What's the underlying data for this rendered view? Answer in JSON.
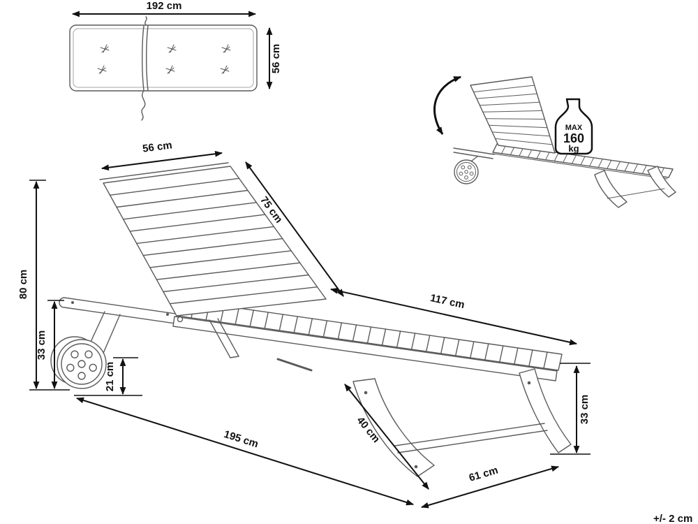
{
  "colors": {
    "ink": "#111111",
    "line_art": "#5a5a5a",
    "background": "#ffffff"
  },
  "cushion": {
    "width_label": "192 cm",
    "depth_label": "56 cm"
  },
  "dimensions": {
    "backrest_width": "56 cm",
    "backrest_length": "75 cm",
    "seat_length": "117 cm",
    "overall_height": "80 cm",
    "seat_height": "33 cm",
    "wheel_height": "21 cm",
    "overall_length": "195 cm",
    "front_leg_length": "40 cm",
    "overall_width": "61 cm",
    "rear_leg_height": "33 cm"
  },
  "weight_limit": {
    "prefix": "MAX",
    "value": "160",
    "unit": "kg"
  },
  "tolerance_note": "+/- 2 cm"
}
